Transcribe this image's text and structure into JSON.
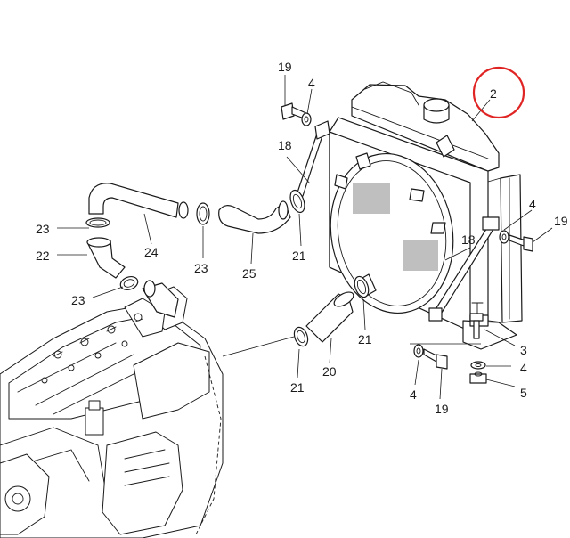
{
  "diagram": {
    "highlight_color": "#e02424",
    "callouts": [
      {
        "id": "c19a",
        "text": "19"
      },
      {
        "id": "c4a",
        "text": "4"
      },
      {
        "id": "c2",
        "text": "2"
      },
      {
        "id": "c18a",
        "text": "18"
      },
      {
        "id": "c4b",
        "text": "4"
      },
      {
        "id": "c19b",
        "text": "19"
      },
      {
        "id": "c23a",
        "text": "23"
      },
      {
        "id": "c24",
        "text": "24"
      },
      {
        "id": "c22",
        "text": "22"
      },
      {
        "id": "c23b",
        "text": "23"
      },
      {
        "id": "c23c",
        "text": "23"
      },
      {
        "id": "c25",
        "text": "25"
      },
      {
        "id": "c21a",
        "text": "21"
      },
      {
        "id": "c18b",
        "text": "18"
      },
      {
        "id": "c21b",
        "text": "21"
      },
      {
        "id": "c20",
        "text": "20"
      },
      {
        "id": "c21c",
        "text": "21"
      },
      {
        "id": "c3",
        "text": "3"
      },
      {
        "id": "c4c",
        "text": "4"
      },
      {
        "id": "c5",
        "text": "5"
      },
      {
        "id": "c4d",
        "text": "4"
      },
      {
        "id": "c19c",
        "text": "19"
      }
    ]
  }
}
